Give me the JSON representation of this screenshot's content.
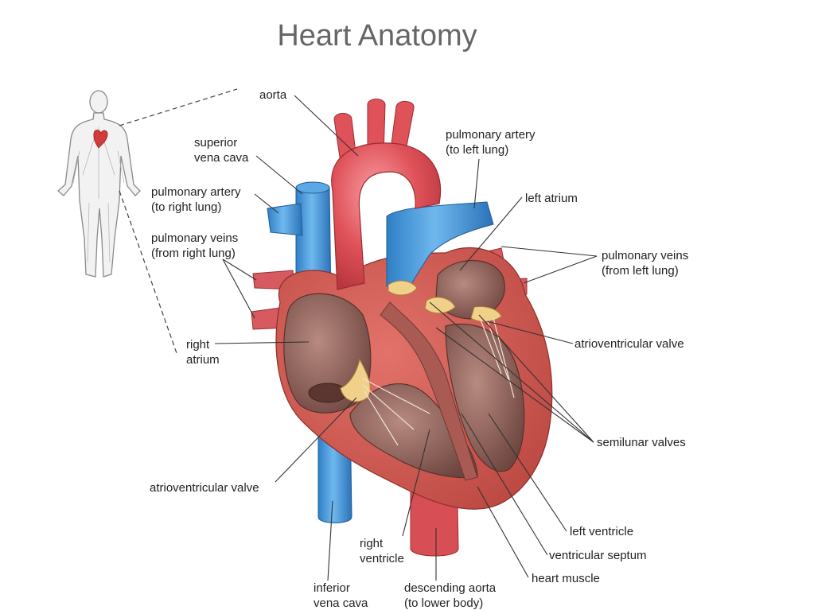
{
  "title": "Heart Anatomy",
  "labels": {
    "aorta": "aorta",
    "superior_vena_cava": [
      "superior",
      "vena cava"
    ],
    "pulmonary_artery_right": [
      "pulmonary artery",
      "(to right lung)"
    ],
    "pulmonary_veins_right": [
      "pulmonary veins",
      "(from right lung)"
    ],
    "right_atrium": [
      "right",
      "atrium"
    ],
    "av_valve_left_side": "atrioventricular valve",
    "right_ventricle": [
      "right",
      "ventricle"
    ],
    "inferior_vena_cava": [
      "inferior",
      "vena cava"
    ],
    "descending_aorta": [
      "descending aorta",
      "(to lower body)"
    ],
    "pulmonary_artery_left": [
      "pulmonary artery",
      "(to left lung)"
    ],
    "left_atrium": "left atrium",
    "pulmonary_veins_left": [
      "pulmonary veins",
      "(from left lung)"
    ],
    "av_valve_right_side": "atrioventricular valve",
    "semilunar_valves": "semilunar valves",
    "left_ventricle": "left ventricle",
    "ventricular_septum": "ventricular septum",
    "heart_muscle": "heart muscle"
  },
  "colors": {
    "artery_red": "#e0525a",
    "vein_blue": "#3a8fd6",
    "muscle": "#c9504a",
    "chamber_interior": "#8a5a52",
    "valve_yellow": "#f1d08a",
    "title_gray": "#666666"
  }
}
